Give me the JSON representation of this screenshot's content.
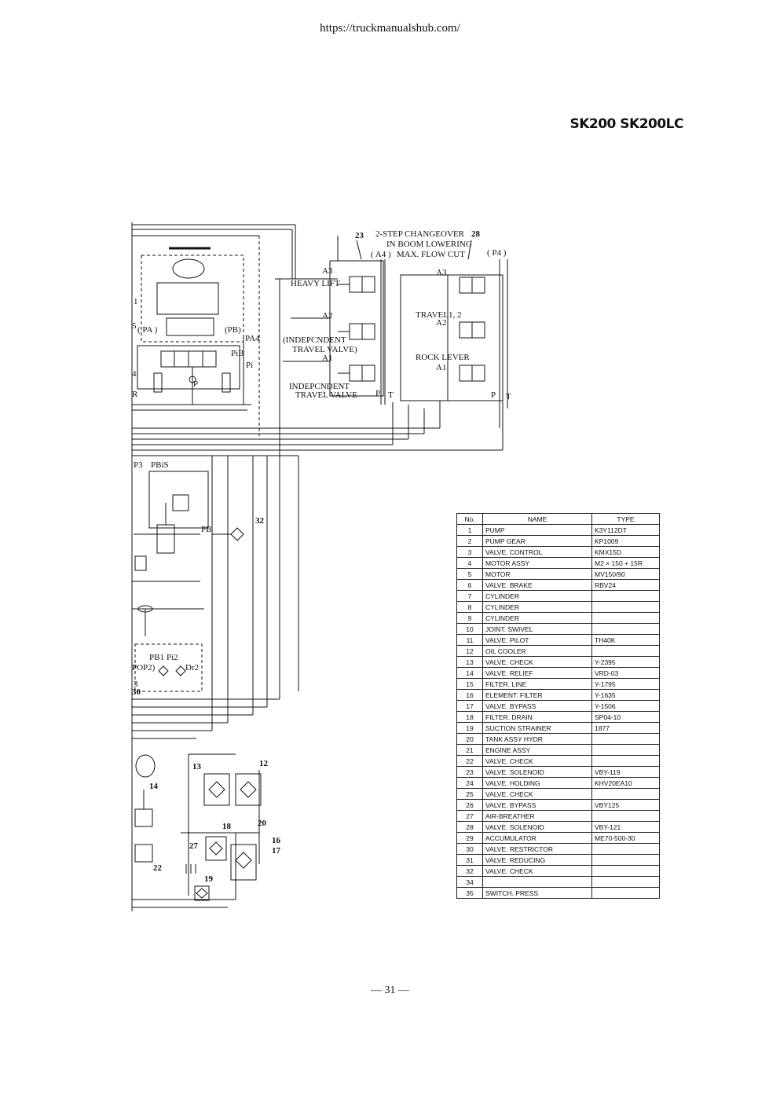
{
  "header": {
    "url": "https://truckmanualshub.com/",
    "model": "SK200 SK200LC"
  },
  "diagram": {
    "labels": {
      "changeover": "2-STEP CHANGEOVER",
      "boom_lowering": "IN BOOM LOWERING",
      "a4": "( A4 )",
      "max_flow": "MAX. FLOW CUT",
      "p4": "( P4 )",
      "heavy_lift": "HEAVY LIFT",
      "indep_travel_valve_paren": "(INDEPCNDENT",
      "travel_valve_paren": "TRAVEL VALVE)",
      "indep_travel_valve": "INDEPCNDENT",
      "travel_valve": "TRAVEL VALVE",
      "travel12": "TRAVEL1, 2",
      "rock_lever": "ROCK LEVER",
      "a3": "A3",
      "a2": "A2",
      "a1": "A1",
      "a3b": "A3",
      "a2b": "A2",
      "a1b": "A1",
      "p": "P",
      "t": "T",
      "pb": "P",
      "tb": "T",
      "pa": "( PA )",
      "pb_paren": "(PB)",
      "pa4": "PA4",
      "pib": "PiB",
      "pi": "Pi",
      "p_left": "P",
      "p3": "P3",
      "pbis": "PBiS",
      "pb_mid": "PB",
      "pb1": "PB1",
      "pi2": "Pi2",
      "pop2": "POP2)",
      "dr2": "Dr2",
      "s1": "1",
      "s5": "5",
      "s4": "4",
      "r": "R"
    },
    "callouts": [
      "23",
      "28",
      "32",
      "30",
      "3",
      "13",
      "12",
      "14",
      "18",
      "20",
      "16",
      "17",
      "27",
      "19",
      "22"
    ]
  },
  "parts_table": {
    "headers": [
      "No.",
      "NAME",
      "TYPE"
    ],
    "rows": [
      [
        "1",
        "PUMP",
        "K3Y112DT"
      ],
      [
        "2",
        "PUMP    GEAR",
        "KP1009"
      ],
      [
        "3",
        "VALVE.    CONTROL",
        "KMX15D"
      ],
      [
        "4",
        "MOTOR    ASSY",
        "M2 × 150 + 15R"
      ],
      [
        "5",
        "MOTOR",
        "MV150/90"
      ],
      [
        "6",
        "VALVE.    BRAKE",
        "RBV24"
      ],
      [
        "7",
        "CYLINDER",
        ""
      ],
      [
        "8",
        "CYLINDER",
        ""
      ],
      [
        "9",
        "CYLINDER",
        ""
      ],
      [
        "10",
        "JOINT.    SWIVEL",
        ""
      ],
      [
        "11",
        "VALVE.    PILOT",
        "TH40K"
      ],
      [
        "12",
        "OIL    COOLER",
        ""
      ],
      [
        "13",
        "VALVE.    CHECK",
        "Y-2395"
      ],
      [
        "14",
        "VALVE.    RELIEF",
        "VRD-03"
      ],
      [
        "15",
        "FILTER.    LINE",
        "Y-1795"
      ],
      [
        "16",
        "ELEMENT.    FILTER",
        "Y-1635"
      ],
      [
        "17",
        "VALVE.    BYPASS",
        "Y-1506"
      ],
      [
        "18",
        "FILTER.    DRAIN",
        "SP04-10"
      ],
      [
        "19",
        "SUCTION    STRAINER",
        "1877"
      ],
      [
        "20",
        "TANK    ASSY    HYDR",
        ""
      ],
      [
        "21",
        "ENGINE    ASSY",
        ""
      ],
      [
        "22",
        "VALVE.    CHECK",
        ""
      ],
      [
        "23",
        "VALVE.    SOLENOID",
        "VBY-119"
      ],
      [
        "24",
        "VALVE.    HOLDING",
        "KHV20EA10"
      ],
      [
        "25",
        "VALVE.    CHECK",
        ""
      ],
      [
        "26",
        "VALVE.    BYPASS",
        "VBY125"
      ],
      [
        "27",
        "AIR-BREATHER",
        ""
      ],
      [
        "28",
        "VALVE.    SOLENOID",
        "VBY-121"
      ],
      [
        "29",
        "ACCUMULATOR",
        "ME70-500-30"
      ],
      [
        "30",
        "VALVE.    RESTRICTOR",
        ""
      ],
      [
        "31",
        "VALVE.    REDUCING",
        ""
      ],
      [
        "32",
        "VALVE.    CHECK",
        ""
      ],
      [
        "34",
        "",
        ""
      ],
      [
        "35",
        "SWITCH.    PRESS",
        ""
      ]
    ]
  },
  "footer": {
    "page": "— 31 —"
  }
}
